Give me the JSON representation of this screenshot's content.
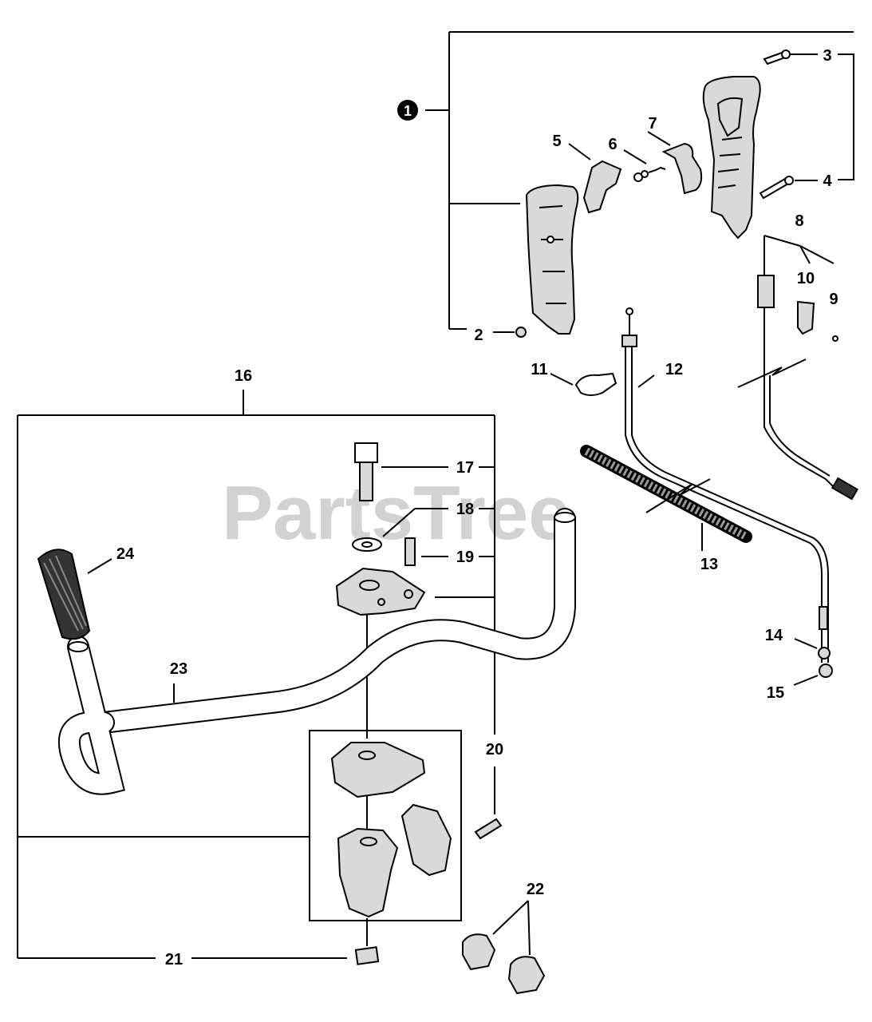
{
  "watermark": "PartsTree",
  "callouts": {
    "c1": "1",
    "c2": "2",
    "c3": "3",
    "c4": "4",
    "c5": "5",
    "c6": "6",
    "c7": "7",
    "c8": "8",
    "c9": "9",
    "c10": "10",
    "c11": "11",
    "c12": "12",
    "c13": "13",
    "c14": "14",
    "c15": "15",
    "c16": "16",
    "c17": "17",
    "c18": "18",
    "c19": "19",
    "c20": "20",
    "c21": "21",
    "c22": "22",
    "c23": "23",
    "c24": "24"
  }
}
